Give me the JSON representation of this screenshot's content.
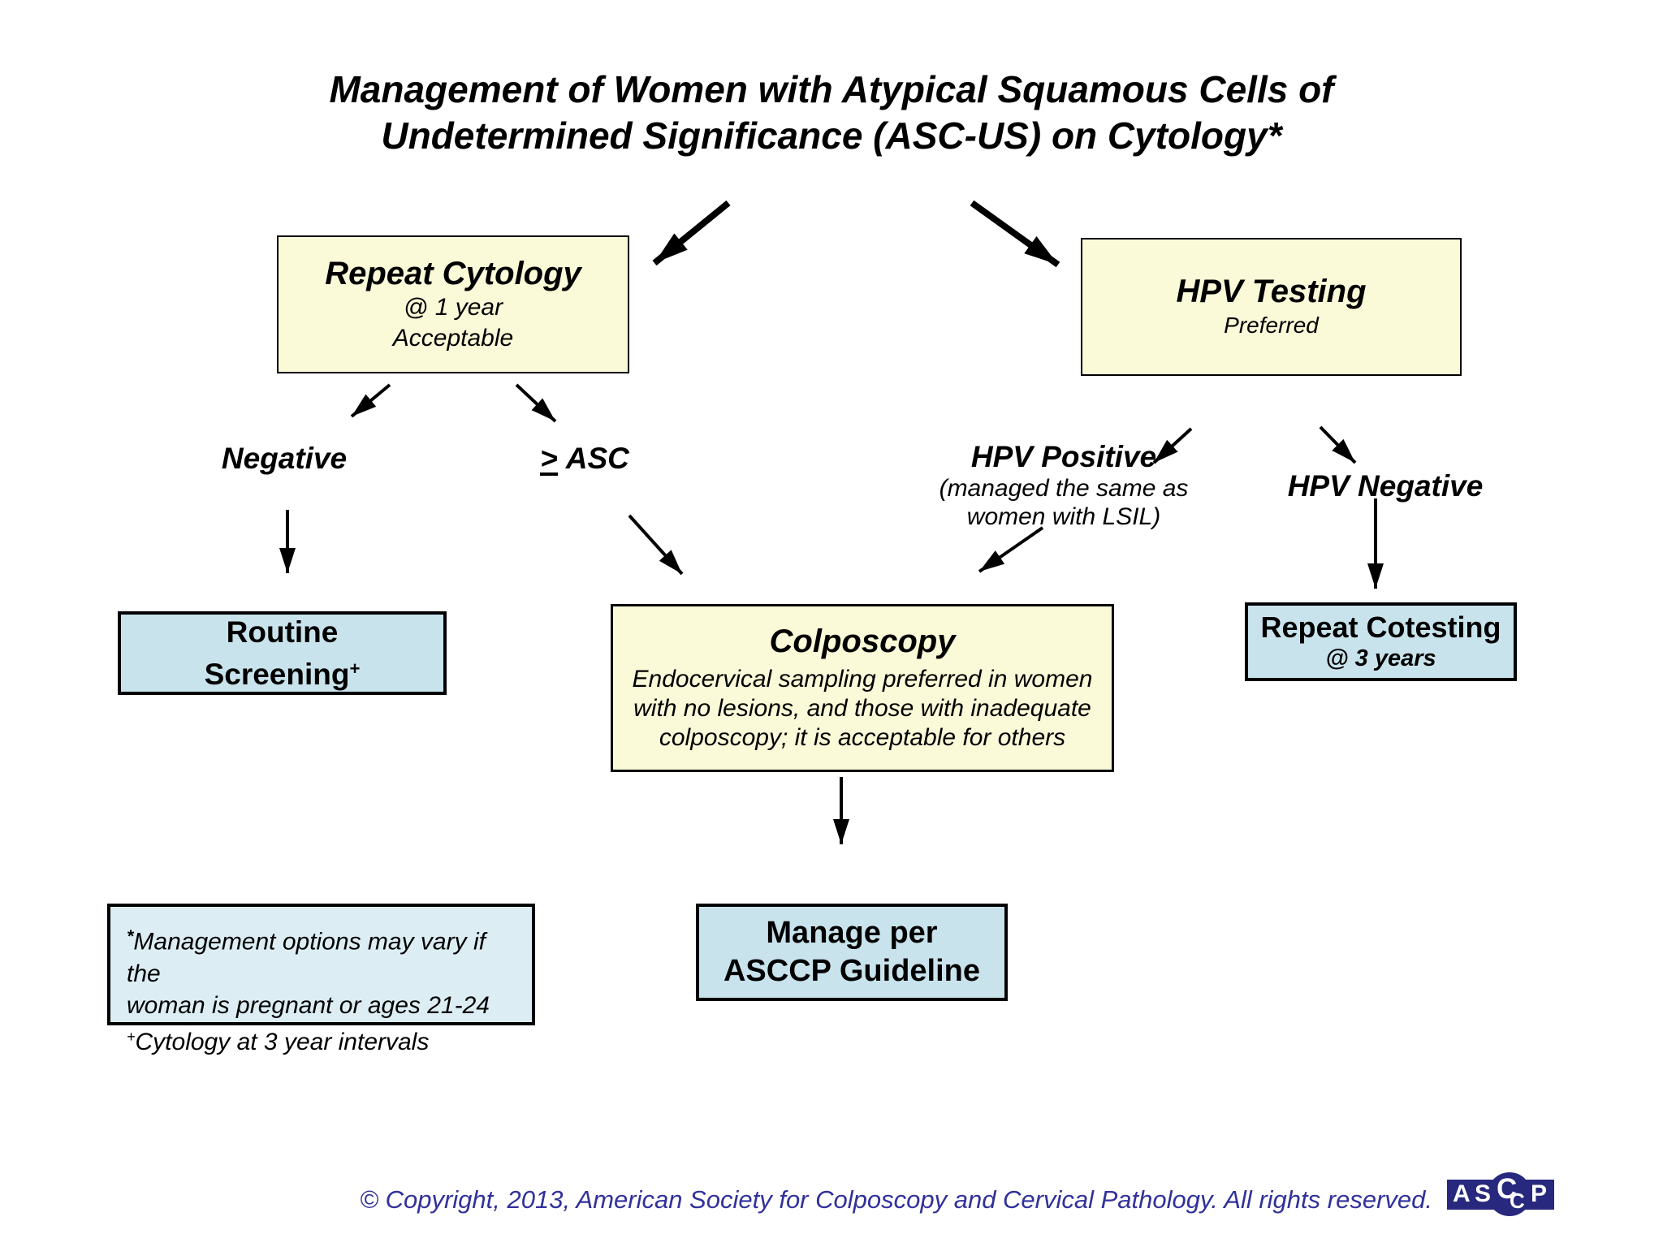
{
  "page": {
    "title_line1": "Management of Women with Atypical Squamous Cells of",
    "title_line2": "Undetermined Significance (ASC-US) on Cytology*"
  },
  "colors": {
    "cream_box": "#FAF9D8",
    "blue_box": "#C9E3EC",
    "footnote_box": "#DCEEF4",
    "copyright_text": "#31319B",
    "logo_navy": "#28287E",
    "border": "#000000"
  },
  "nodes": {
    "repeat_cytology": {
      "title": "Repeat Cytology",
      "line2": "@  1 year",
      "line3": "Acceptable"
    },
    "hpv_testing": {
      "title": "HPV Testing",
      "subtitle": "Preferred"
    },
    "negative": {
      "label": "Negative"
    },
    "asc": {
      "symbol": ">",
      "text": "ASC"
    },
    "hpv_positive": {
      "title": "HPV Positive",
      "note_line1": "(managed the same as",
      "note_line2": "women with LSIL)"
    },
    "hpv_negative": {
      "label": "HPV Negative"
    },
    "routine_screening": {
      "line1": "Routine",
      "line2": "Screening",
      "sup": "+"
    },
    "colposcopy": {
      "title": "Colposcopy",
      "body_line1": "Endocervical sampling preferred in women",
      "body_line2": "with no lesions, and those with inadequate",
      "body_line3": "colposcopy; it is acceptable for others"
    },
    "repeat_cotesting": {
      "line1": "Repeat Cotesting",
      "line2": "@ 3 years"
    },
    "manage": {
      "line1": "Manage per",
      "line2": "ASCCP Guideline"
    }
  },
  "footnote": {
    "star": "*",
    "line1": "Management options may vary if the",
    "line2": "woman is pregnant or ages 21-24",
    "plus": "+",
    "line3": "Cytology at 3 year intervals"
  },
  "footer": {
    "copyright": "© Copyright, 2013, American Society for Colposcopy and Cervical Pathology.  All rights reserved.",
    "logo": {
      "letters": [
        "A",
        "S",
        "C",
        "C",
        "P"
      ]
    }
  }
}
